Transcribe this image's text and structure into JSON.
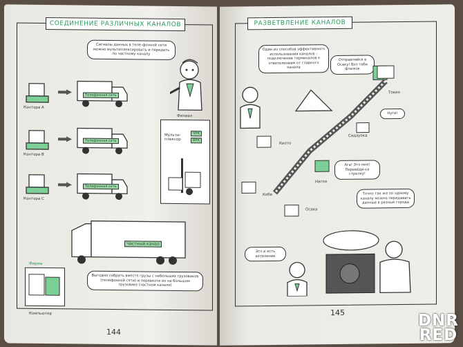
{
  "left_page": {
    "title": "СОЕДИНЕНИЕ РАЗЛИЧНЫХ КАНАЛОВ",
    "bubble_top": "Сигналы данных в теле-фонной сети можно мультиплексировать и передать по частному каналу",
    "office_a": "Контора А",
    "office_b": "Контора В",
    "office_c": "Контора С",
    "truck_label": "Телефонная сеть",
    "branch_title": "Филиал",
    "multiplexer": "Мульти-плексор",
    "mux_tags": [
      "ЧРК",
      "ВРК"
    ],
    "private_channel": "Частный канал",
    "firm_title": "Фирма",
    "computer": "Компьютер",
    "bubble_bottom": "Выгодно собрать вместе грузы с небольших грузовиков (телефонной сети) и перевезти их на большом грузовике (частном канале)",
    "page_number": "144"
  },
  "right_page": {
    "title": "РАЗВЕТВЛЕНИЕ КАНАЛОВ",
    "bubble_top": "Один из способов эффективного использования каналов – подключение терминалов к ответвлениям от главного канала",
    "bubble_tokyo": "Отправляйся в Осаку! Вот тебе флажок",
    "city_tokyo": "Токио",
    "city_shizuoka": "Сидзуока",
    "city_kyoto": "Киото",
    "city_nagoya": "Нагоя",
    "city_kobe": "Кобе",
    "city_osaka": "Осака",
    "bubble_nugi": "Нуги!",
    "bubble_aga": "Ага! Это мне! Перевёди-ка стрелку!",
    "bubble_same": "Точно так же по одному каналу можно передавать данные в разные города",
    "bubble_all": "Это и есть ветвление",
    "page_number": "145"
  },
  "watermark": {
    "line1": "DNR",
    "line2": "RED"
  }
}
